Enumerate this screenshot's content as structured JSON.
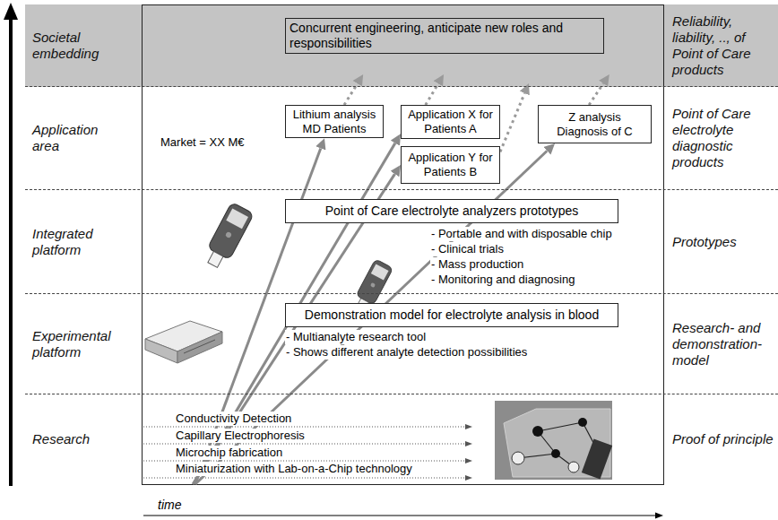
{
  "diagram": {
    "nodes": [
      {
        "text": [
          "Societal embedding",
          "Reliability, liability, .., of Point of Care products"
        ]
      },
      {
        "text": [
          "Concurrent engineering, anticipate new roles and responsibilities"
        ],
        "in": 0
      },
      {
        "text": [
          "Application area",
          "Point of Care electrolyte diagnostic products"
        ]
      },
      {
        "text": [
          "Lithium analysis MD Patients"
        ],
        "in": 2
      },
      {
        "text": [
          "Application X for Patients A"
        ],
        "in": 2
      },
      {
        "text": [
          "Application Y for Patients B"
        ],
        "in": 2
      },
      {
        "text": [
          "Z analysis Diagnosis of C"
        ],
        "in": 2
      },
      {
        "text": [
          "Integrated platform",
          "Prototypes"
        ]
      },
      {
        "text": [
          "Point of Care electrolyte analyzers prototypes"
        ],
        "in": 7
      },
      {
        "text": [
          "Experimental platform",
          "Research- and demonstration-model"
        ]
      },
      {
        "text": [
          "Demonstration model for electrolyte analysis in blood"
        ],
        "in": 9
      },
      {
        "text": [
          "Research",
          "Proof of principle"
        ]
      }
    ],
    "edges": [
      {
        "from": 11,
        "to": 3,
        "arrow": "to"
      },
      {
        "from": 11,
        "to": 4,
        "arrow": "to"
      },
      {
        "from": 11,
        "to": 5,
        "arrow": "to"
      },
      {
        "from": 11,
        "to": 6,
        "arrow": "to"
      },
      {
        "from": 3,
        "to": 0,
        "arrow": "to"
      },
      {
        "from": 4,
        "to": 0,
        "arrow": "to"
      },
      {
        "from": 5,
        "to": 0,
        "arrow": "to"
      },
      {
        "from": 6,
        "to": 0,
        "arrow": "to"
      }
    ],
    "labels": [
      "Market = XX M€",
      "- Portable and with disposable chip",
      "- Clinical trials",
      "- Mass production",
      "- Monitoring and diagnosing",
      "- Multianalyte research tool",
      "- Shows different analyte detection possibilities",
      "Conductivity Detection",
      "Capillary Electrophoresis",
      "Microchip fabrication",
      "Miniaturization with Lab-on-a-Chip technology",
      "time"
    ]
  }
}
